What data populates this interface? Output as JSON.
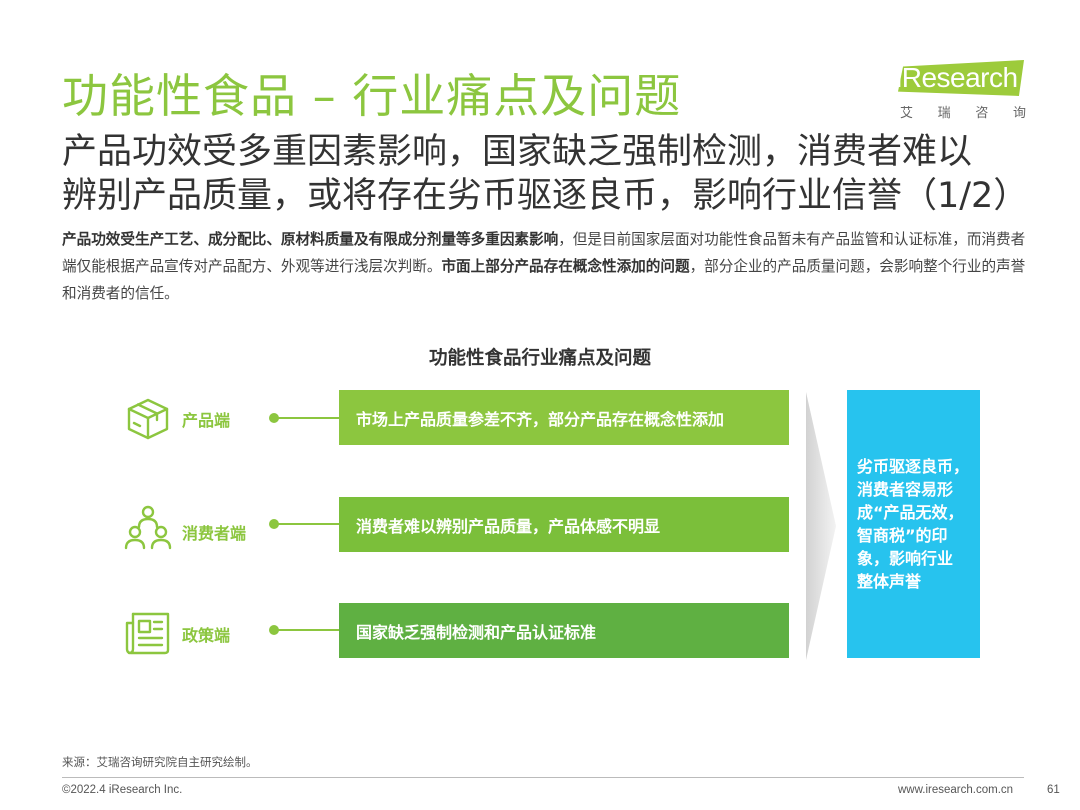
{
  "header": {
    "title": "功能性食品 – 行业痛点及问题",
    "logo": {
      "brand": "iResearch",
      "sub": [
        "艾",
        "瑞",
        "咨",
        "询"
      ]
    }
  },
  "subtitle": {
    "line1": "产品功效受多重因素影响，国家缺乏强制检测，消费者难以",
    "line2": "辨别产品质量，或将存在劣币驱逐良币，影响行业信誉（1/2）"
  },
  "description": {
    "part1_bold": "产品功效受生产工艺、成分配比、原材料质量及有限成分剂量等多重因素影响",
    "part2": "，但是目前国家层面对功能性食品暂未有产品监管和认证标准，而消费者端仅能根据产品宣传对产品配方、外观等进行浅层次判断。",
    "part3_bold": "市面上部分产品存在概念性添加的问题",
    "part4": "，部分企业的产品质量问题，会影响整个行业的声誉和消费者的信任。"
  },
  "chart_data": {
    "type": "diagram",
    "title": "功能性食品行业痛点及问题",
    "rows": [
      {
        "icon": "box-icon",
        "label": "产品端",
        "text": "市场上产品质量参差不齐，部分产品存在概念性添加",
        "color": "#8cc63f"
      },
      {
        "icon": "people-group-icon",
        "label": "消费者端",
        "text": "消费者难以辨别产品质量，产品体感不明显",
        "color": "#7bbf3a"
      },
      {
        "icon": "newspaper-icon",
        "label": "政策端",
        "text": "国家缺乏强制检测和产品认证标准",
        "color": "#5fb042"
      }
    ],
    "result": {
      "lines": [
        "劣币驱逐良币，",
        "消费者容易形",
        "成“产品无效，",
        "智商税”的印",
        "象，影响行业",
        "整体声誉"
      ],
      "color": "#27c3ee"
    }
  },
  "footer": {
    "source": "来源：艾瑞咨询研究院自主研究绘制。",
    "copyright": "©2022.4 iResearch Inc.",
    "website": "www.iresearch.com.cn",
    "page_number": "61"
  },
  "colors": {
    "accent_green": "#8cc63f",
    "result_blue": "#27c3ee",
    "text_dark": "#333333"
  }
}
